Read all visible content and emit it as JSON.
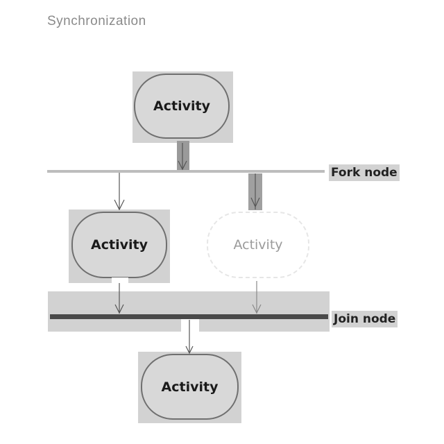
{
  "title": "Synchronization",
  "nodes": {
    "activity_top": "Activity",
    "activity_left": "Activity",
    "activity_right": "Activity",
    "activity_bottom": "Activity"
  },
  "fork_label": "Fork node",
  "join_label": "Join node"
}
